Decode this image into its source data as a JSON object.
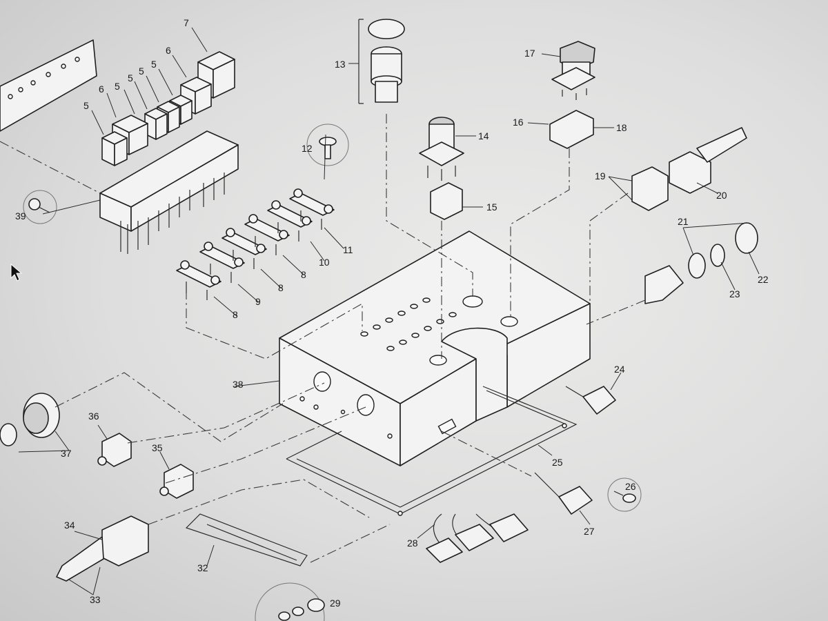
{
  "diagram": {
    "callouts": [
      {
        "id": "c7",
        "label": "7"
      },
      {
        "id": "c6a",
        "label": "6"
      },
      {
        "id": "c6b",
        "label": "6"
      },
      {
        "id": "c5a",
        "label": "5"
      },
      {
        "id": "c5b",
        "label": "5"
      },
      {
        "id": "c5c",
        "label": "5"
      },
      {
        "id": "c5d",
        "label": "5"
      },
      {
        "id": "c5e",
        "label": "5"
      },
      {
        "id": "c13",
        "label": "13"
      },
      {
        "id": "c12",
        "label": "12"
      },
      {
        "id": "c14",
        "label": "14"
      },
      {
        "id": "c15",
        "label": "15"
      },
      {
        "id": "c16",
        "label": "16"
      },
      {
        "id": "c17",
        "label": "17"
      },
      {
        "id": "c18",
        "label": "18"
      },
      {
        "id": "c19",
        "label": "19"
      },
      {
        "id": "c20",
        "label": "20"
      },
      {
        "id": "c21",
        "label": "21"
      },
      {
        "id": "c22",
        "label": "22"
      },
      {
        "id": "c23",
        "label": "23"
      },
      {
        "id": "c24",
        "label": "24"
      },
      {
        "id": "c25",
        "label": "25"
      },
      {
        "id": "c26",
        "label": "26"
      },
      {
        "id": "c27",
        "label": "27"
      },
      {
        "id": "c28",
        "label": "28"
      },
      {
        "id": "c29",
        "label": "29"
      },
      {
        "id": "c32",
        "label": "32"
      },
      {
        "id": "c33",
        "label": "33"
      },
      {
        "id": "c34",
        "label": "34"
      },
      {
        "id": "c35",
        "label": "35"
      },
      {
        "id": "c36",
        "label": "36"
      },
      {
        "id": "c37",
        "label": "37"
      },
      {
        "id": "c38",
        "label": "38"
      },
      {
        "id": "c39",
        "label": "39"
      },
      {
        "id": "c8a",
        "label": "8"
      },
      {
        "id": "c8b",
        "label": "8"
      },
      {
        "id": "c8c",
        "label": "8"
      },
      {
        "id": "c9",
        "label": "9"
      },
      {
        "id": "c10",
        "label": "10"
      },
      {
        "id": "c11",
        "label": "11"
      }
    ]
  },
  "icons": {
    "pointer": "mouse-pointer-icon"
  }
}
